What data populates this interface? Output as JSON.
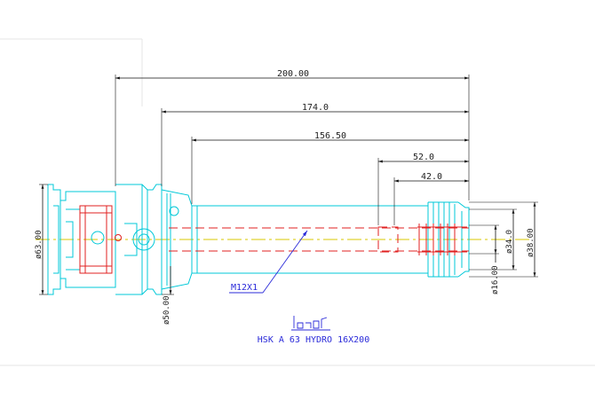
{
  "drawing": {
    "title": "HSK A 63 HYDRO 16X200",
    "logo_text": "iscar",
    "callout": "M12X1",
    "dimensions": {
      "overall_length": "200.00",
      "length_174": "174.0",
      "length_156": "156.50",
      "length_52": "52.0",
      "length_42": "42.0",
      "dia_63": "ø63.00",
      "dia_50": "ø50.00",
      "dia_16": "ø16.00",
      "dia_34": "ø34.0",
      "dia_38": "ø38.00"
    },
    "colors": {
      "outline": "#00c8d8",
      "hidden": "#e02020",
      "centerline": "#d8c800",
      "annotation": "#2b2bd9",
      "dimension": "#111111"
    }
  }
}
